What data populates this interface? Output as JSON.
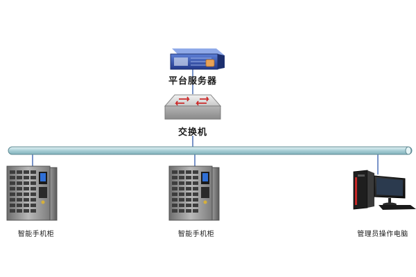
{
  "nodes": {
    "server": {
      "label": "平台服务器",
      "icon": "rack-server-icon"
    },
    "switch": {
      "label": "交换机",
      "icon": "network-switch-icon"
    },
    "cabinet_1": {
      "label": "智能手机柜",
      "icon": "phone-cabinet-icon"
    },
    "cabinet_2": {
      "label": "智能手机柜",
      "icon": "phone-cabinet-icon"
    },
    "admin_pc": {
      "label": "管理员操作电脑",
      "icon": "desktop-computer-icon"
    }
  },
  "colors": {
    "bus": "#a9cfd6",
    "bus_border": "#5f8a93",
    "link": "#4a6fb5",
    "server_blue": "#2f4fa8",
    "cabinet_gray": "#8e8e8e",
    "switch_red": "#cc2a2a"
  }
}
